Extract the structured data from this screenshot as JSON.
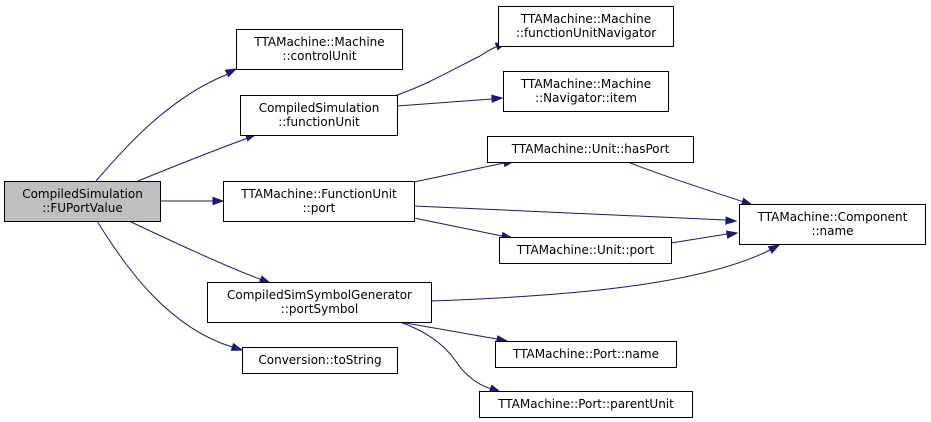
{
  "graph": {
    "nodes": {
      "root": {
        "lines": [
          "CompiledSimulation",
          "::FUPortValue"
        ],
        "highlighted": true
      },
      "control_unit": {
        "lines": [
          "TTAMachine::Machine",
          "::controlUnit"
        ]
      },
      "function_unit": {
        "lines": [
          "CompiledSimulation",
          "::functionUnit"
        ]
      },
      "fu_port": {
        "lines": [
          "TTAMachine::FunctionUnit",
          "::port"
        ]
      },
      "port_symbol": {
        "lines": [
          "CompiledSimSymbolGenerator",
          "::portSymbol"
        ]
      },
      "to_string": {
        "lines": [
          "Conversion::toString"
        ]
      },
      "fu_navigator": {
        "lines": [
          "TTAMachine::Machine",
          "::functionUnitNavigator"
        ]
      },
      "navigator_item": {
        "lines": [
          "TTAMachine::Machine",
          "::Navigator::item"
        ]
      },
      "has_port": {
        "lines": [
          "TTAMachine::Unit::hasPort"
        ]
      },
      "unit_port": {
        "lines": [
          "TTAMachine::Unit::port"
        ]
      },
      "port_name": {
        "lines": [
          "TTAMachine::Port::name"
        ]
      },
      "parent_unit": {
        "lines": [
          "TTAMachine::Port::parentUnit"
        ]
      },
      "component_name": {
        "lines": [
          "TTAMachine::Component",
          "::name"
        ]
      }
    },
    "edges": [
      {
        "from": "root",
        "to": "control_unit"
      },
      {
        "from": "root",
        "to": "function_unit"
      },
      {
        "from": "root",
        "to": "fu_port"
      },
      {
        "from": "root",
        "to": "port_symbol"
      },
      {
        "from": "root",
        "to": "to_string"
      },
      {
        "from": "function_unit",
        "to": "fu_navigator"
      },
      {
        "from": "function_unit",
        "to": "navigator_item"
      },
      {
        "from": "fu_port",
        "to": "has_port"
      },
      {
        "from": "fu_port",
        "to": "component_name"
      },
      {
        "from": "fu_port",
        "to": "unit_port"
      },
      {
        "from": "has_port",
        "to": "component_name"
      },
      {
        "from": "unit_port",
        "to": "component_name"
      },
      {
        "from": "port_symbol",
        "to": "component_name"
      },
      {
        "from": "port_symbol",
        "to": "port_name"
      },
      {
        "from": "port_symbol",
        "to": "parent_unit"
      }
    ],
    "colors": {
      "edge": "#191970",
      "highlighted_fill": "#bfbfbf",
      "node_fill": "#ffffff",
      "border": "#000000"
    }
  }
}
